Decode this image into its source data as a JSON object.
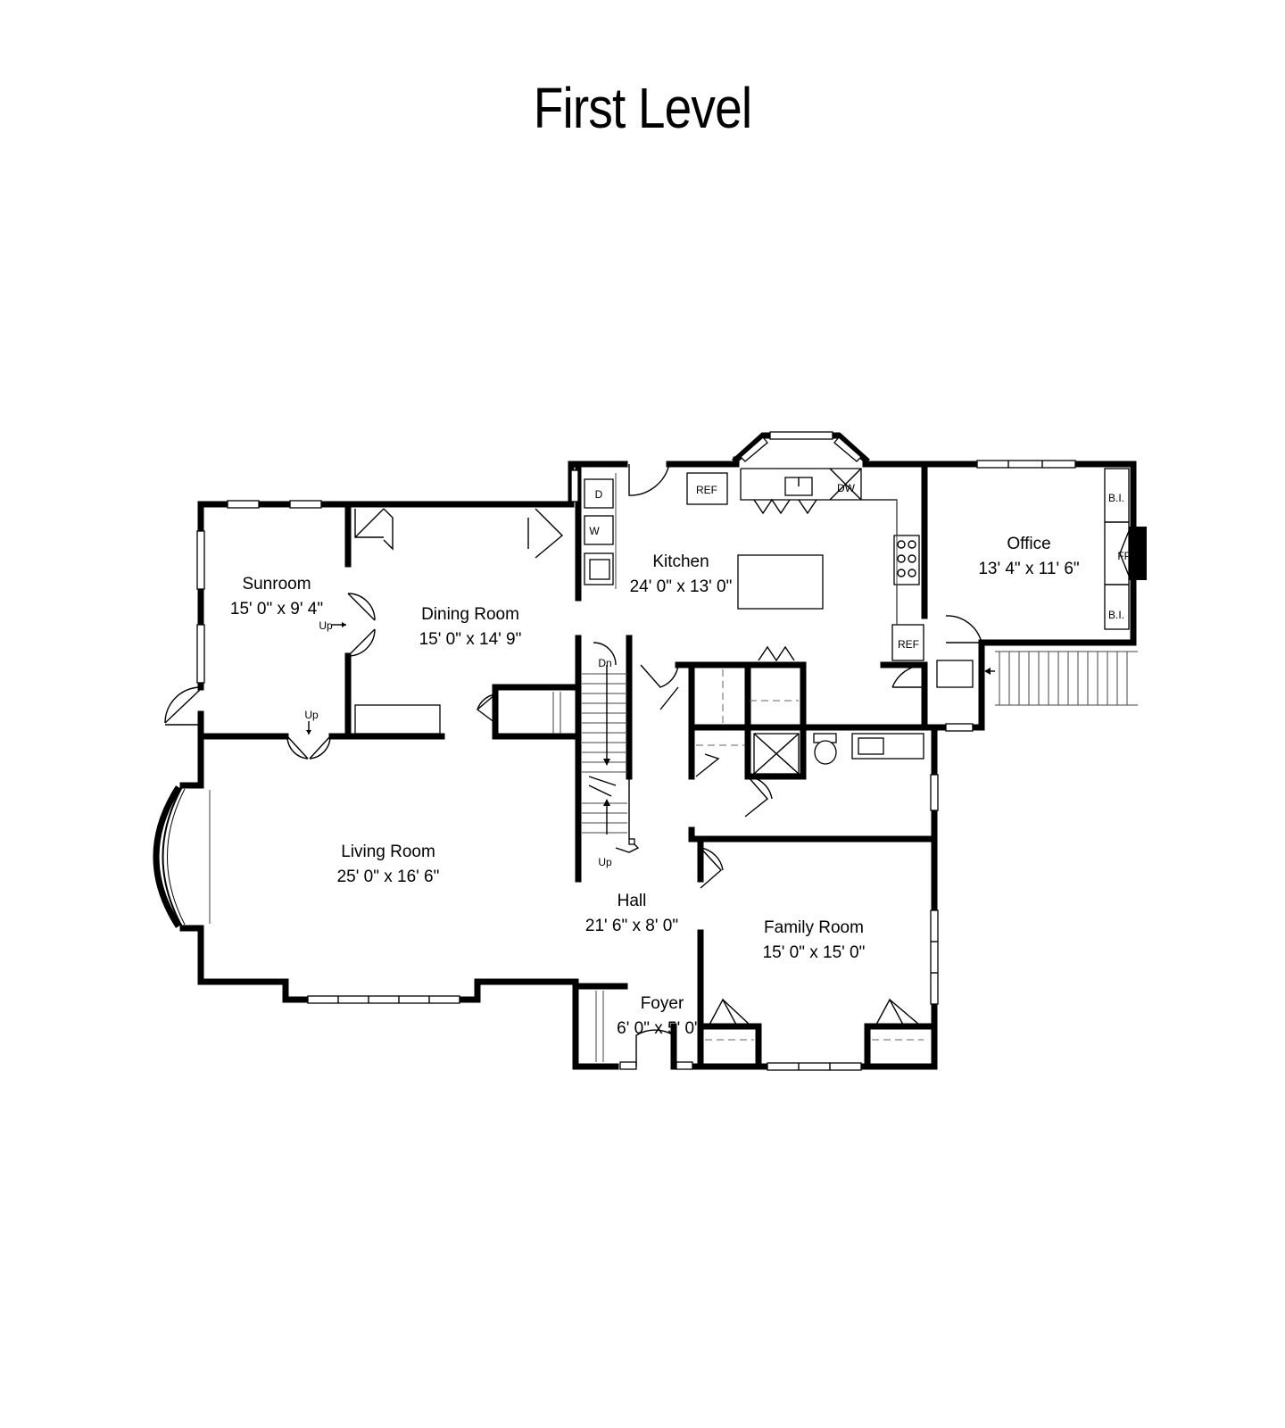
{
  "title": "First Level",
  "rooms": {
    "kitchen": {
      "name": "Kitchen",
      "size": "24' 0\" x 13' 0\""
    },
    "office": {
      "name": "Office",
      "size": "13' 4\" x 11' 6\""
    },
    "sunroom": {
      "name": "Sunroom",
      "size": "15' 0\" x 9' 4\""
    },
    "dining": {
      "name": "Dining Room",
      "size": "15' 0\" x 14' 9\""
    },
    "living": {
      "name": "Living Room",
      "size": "25' 0\" x 16' 6\""
    },
    "hall": {
      "name": "Hall",
      "size": "21' 6\" x 8' 0\""
    },
    "family": {
      "name": "Family Room",
      "size": "15' 0\" x 15' 0\""
    },
    "foyer": {
      "name": "Foyer",
      "size": "6' 0\" x 5' 0\""
    }
  },
  "fixtures": {
    "ref_top": "REF",
    "ref_bottom": "REF",
    "dw": "DW",
    "dryer": "D",
    "washer": "W",
    "bi_top": "B.I.",
    "bi_bottom": "B.I.",
    "fp": "FP"
  },
  "stairs": {
    "up_sunroom_side": "Up",
    "up_sunroom_bottom": "Up",
    "dn": "Dn",
    "up_main": "Up"
  }
}
